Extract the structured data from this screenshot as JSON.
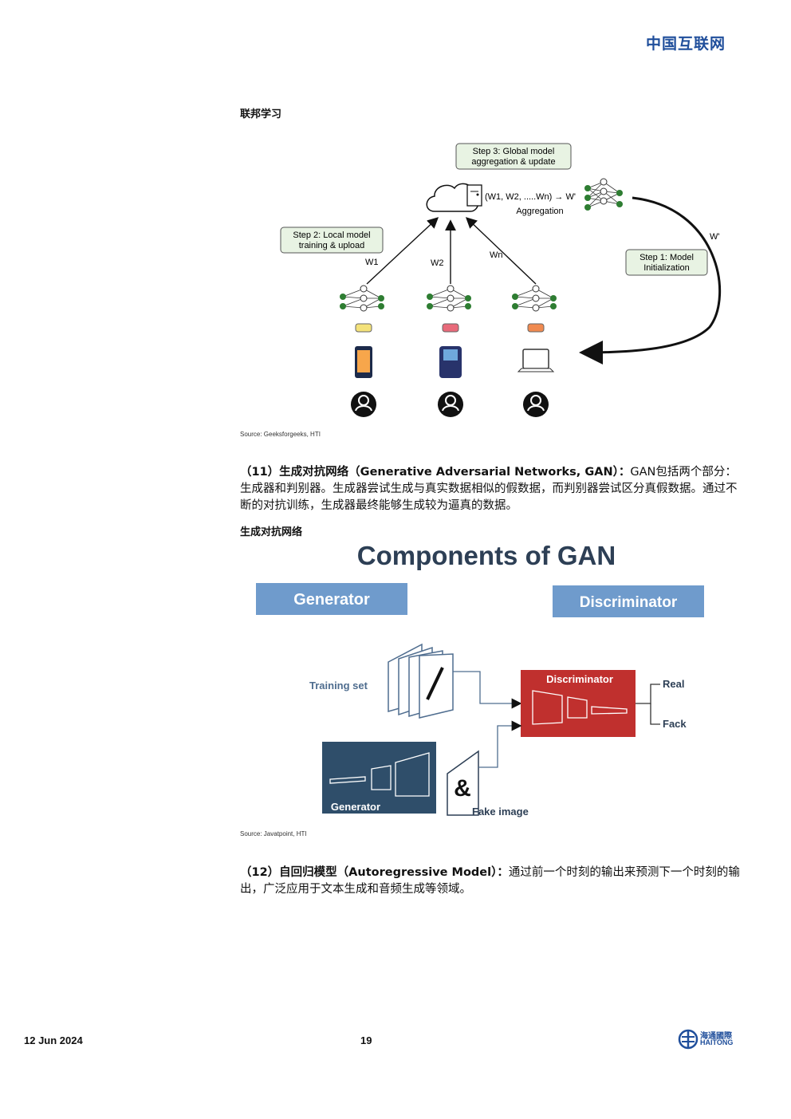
{
  "header": {
    "title": "中国互联网"
  },
  "figure1": {
    "caption": "联邦学习",
    "step3": [
      "Step 3: Global model",
      "aggregation & update"
    ],
    "step2": [
      "Step 2: Local model",
      "training & upload"
    ],
    "step1": [
      "Step 1: Model",
      "Initialization"
    ],
    "aggregation_formula": "(W1, W2, .....Wn) → W'",
    "aggregation_label": "Aggregation",
    "w_prime": "W'",
    "w1": "W1",
    "w2": "W2",
    "wn": "Wn",
    "source": "Source: Geeksforgeeks, HTI"
  },
  "para11": {
    "heading": "（11）生成对抗网络（Generative Adversarial Networks, GAN）：",
    "body": "GAN包括两个部分：生成器和判别器。生成器尝试生成与真实数据相似的假数据，而判别器尝试区分真假数据。通过不断的对抗训练，生成器最终能够生成较为逼真的数据。"
  },
  "figure2": {
    "caption": "生成对抗网络",
    "title": "Components of GAN",
    "generator_label": "Generator",
    "discriminator_label": "Discriminator",
    "training_set": "Training set",
    "disc_box": "Discriminator",
    "real": "Real",
    "fack": "Fack",
    "gen_box": "Generator",
    "fake_image": "Fake image",
    "source": "Source: Javatpoint, HTI"
  },
  "para12": {
    "heading": "（12）自回归模型（Autoregressive Model）：",
    "body": "通过前一个时刻的输出来预测下一个时刻的输出，广泛应用于文本生成和音频生成等领域。"
  },
  "footer": {
    "date": "12 Jun 2024",
    "page": "19",
    "logo_cn": "海通國際",
    "logo_en": "HAITONG"
  }
}
